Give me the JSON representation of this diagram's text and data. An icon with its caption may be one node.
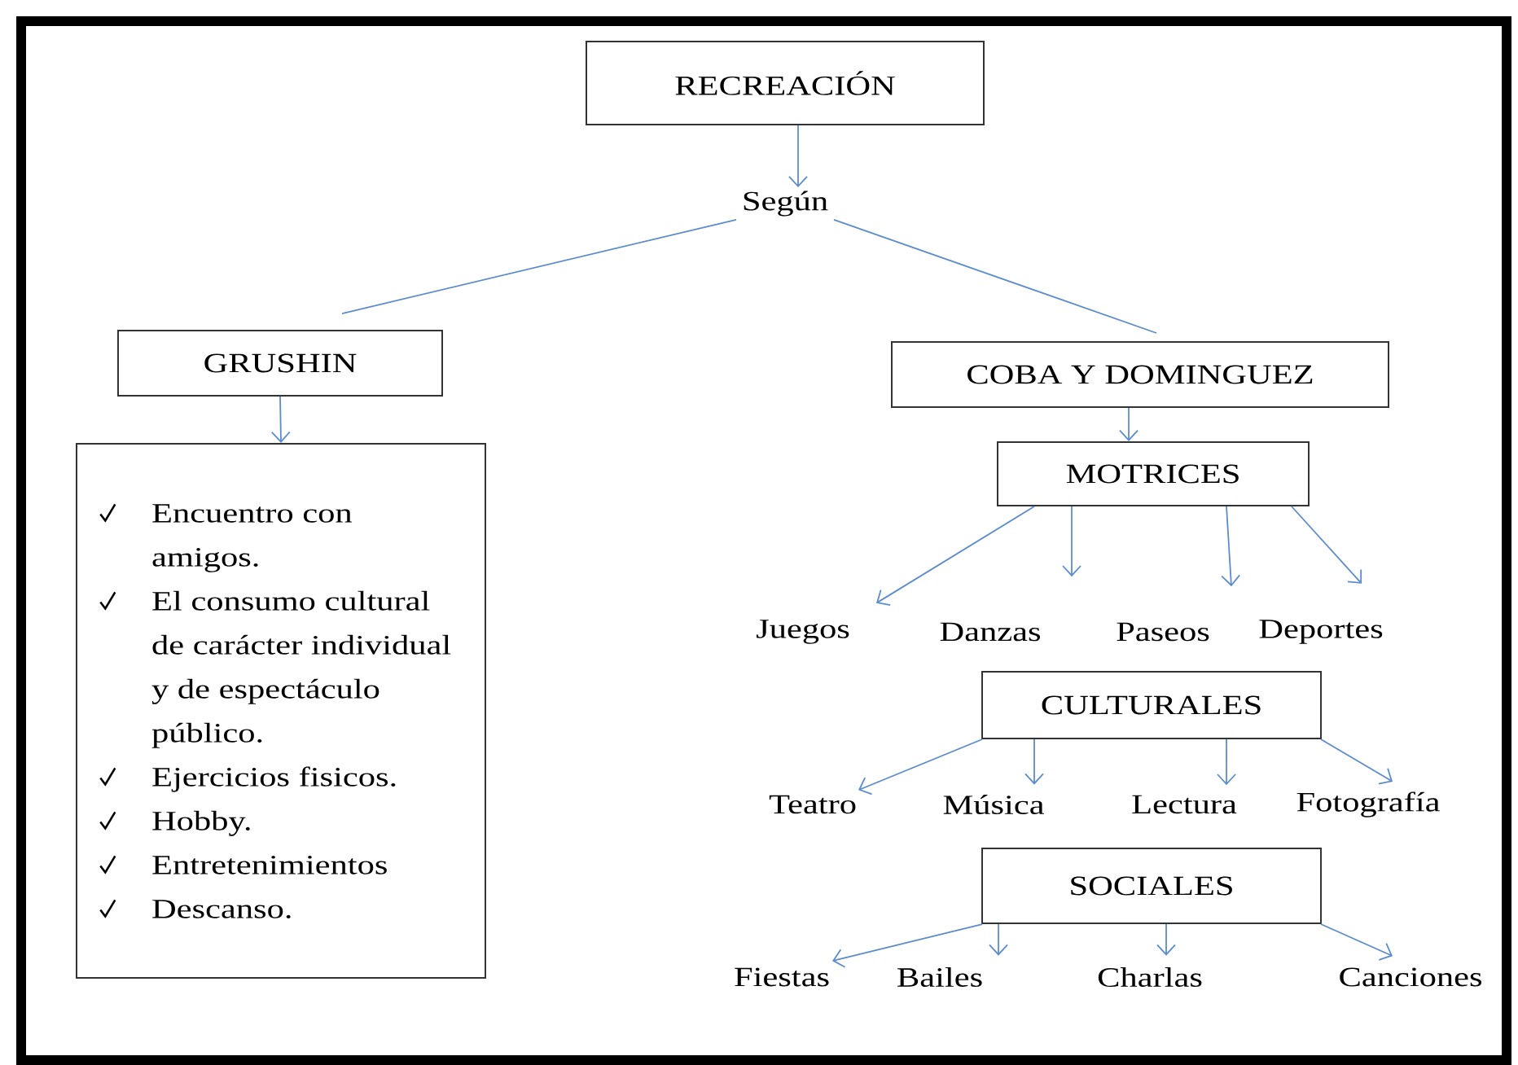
{
  "diagram": {
    "nodes": [
      {
        "text": [
          "RECREACIÓN"
        ]
      },
      {
        "text": [
          "Según"
        ]
      },
      {
        "text": [
          "GRUSHIN"
        ]
      },
      {
        "text": [
          "COBA Y DOMINGUEZ"
        ]
      },
      {
        "text": [
          "Encuentro con amigos.",
          "El consumo cultural de carácter individual y de espectáculo público.",
          "Ejercicios fisicos.",
          "Hobby.",
          "Entretenimientos",
          "Descanso."
        ]
      },
      {
        "text": [
          "MOTRICES"
        ]
      },
      {
        "text": [
          "Juegos"
        ]
      },
      {
        "text": [
          "Danzas"
        ]
      },
      {
        "text": [
          "Paseos"
        ]
      },
      {
        "text": [
          "Deportes"
        ]
      },
      {
        "text": [
          "CULTURALES"
        ]
      },
      {
        "text": [
          "Teatro"
        ]
      },
      {
        "text": [
          "Música"
        ]
      },
      {
        "text": [
          "Lectura"
        ]
      },
      {
        "text": [
          "Fotografía"
        ]
      },
      {
        "text": [
          "SOCIALES"
        ]
      },
      {
        "text": [
          "Fiestas"
        ]
      },
      {
        "text": [
          "Bailes"
        ]
      },
      {
        "text": [
          "Charlas"
        ]
      },
      {
        "text": [
          "Canciones"
        ]
      }
    ],
    "edges": [
      {
        "from": 0,
        "to": 1,
        "arrow": "to"
      },
      {
        "from": 1,
        "to": 2,
        "arrow": "none"
      },
      {
        "from": 1,
        "to": 3,
        "arrow": "none"
      },
      {
        "from": 2,
        "to": 4,
        "arrow": "to"
      },
      {
        "from": 3,
        "to": 5,
        "arrow": "to"
      },
      {
        "from": 5,
        "to": 6,
        "arrow": "to"
      },
      {
        "from": 5,
        "to": 7,
        "arrow": "to"
      },
      {
        "from": 5,
        "to": 8,
        "arrow": "to"
      },
      {
        "from": 5,
        "to": 9,
        "arrow": "to"
      },
      {
        "from": 10,
        "to": 11,
        "arrow": "to"
      },
      {
        "from": 10,
        "to": 12,
        "arrow": "to"
      },
      {
        "from": 10,
        "to": 13,
        "arrow": "to"
      },
      {
        "from": 10,
        "to": 14,
        "arrow": "to"
      },
      {
        "from": 15,
        "to": 16,
        "arrow": "to"
      },
      {
        "from": 15,
        "to": 17,
        "arrow": "to"
      },
      {
        "from": 15,
        "to": 18,
        "arrow": "to"
      },
      {
        "from": 15,
        "to": 19,
        "arrow": "to"
      }
    ]
  }
}
